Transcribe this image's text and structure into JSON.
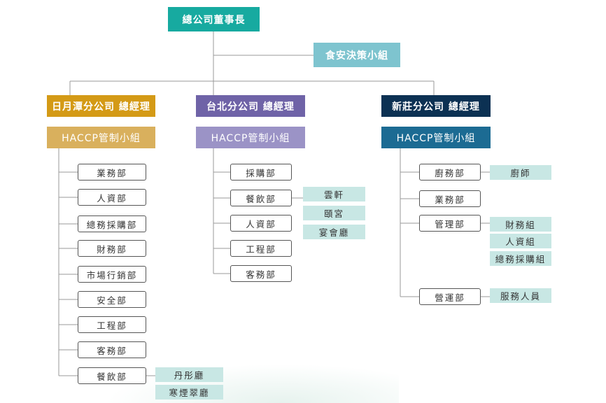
{
  "top": {
    "label": "總公司董事長"
  },
  "safety": {
    "label": "食安決策小組"
  },
  "branches": [
    {
      "key": "sun",
      "title": "日月潭分公司  總經理",
      "haccp": "HACCP管制小組",
      "departments": [
        "業務部",
        "人資部",
        "總務採購部",
        "財務部",
        "市場行銷部",
        "安全部",
        "工程部",
        "客務部",
        "餐飲部"
      ],
      "subunits": [
        "丹彤廳",
        "寒煙翠廳"
      ]
    },
    {
      "key": "tpe",
      "title": "台北分公司  總經理",
      "haccp": "HACCP管制小組",
      "departments": [
        "採購部",
        "餐飲部",
        "人資部",
        "工程部",
        "客務部"
      ],
      "subunits": [
        "雲軒",
        "頤宮",
        "宴會廳"
      ]
    },
    {
      "key": "xz",
      "title": "新莊分公司  總經理",
      "haccp": "HACCP管制小組",
      "departments": [
        "廚務部",
        "業務部",
        "管理部",
        "營運部"
      ],
      "subunits": [
        "廚師",
        "財務組",
        "人資組",
        "總務採購組",
        "服務人員"
      ]
    }
  ],
  "colors": {
    "top": "#17aaa0",
    "safety": "#7ec4cf",
    "sun": "#d49a16",
    "tpe": "#6f63a7",
    "xinzhuang": "#0c3153",
    "subunit": "#c8e7e4"
  }
}
